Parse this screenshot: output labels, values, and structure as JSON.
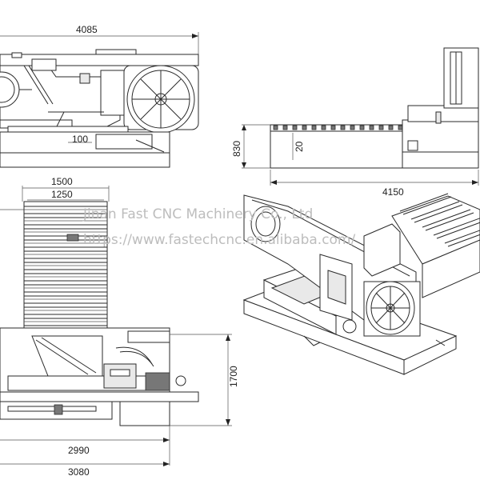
{
  "drawing": {
    "dimensions": {
      "top_width": "4085",
      "top_offset": "100",
      "side_height": "830",
      "side_small": "20",
      "side_length": "4150",
      "plan_outer_width": "1500",
      "plan_inner_width": "1250",
      "plan_height": "1700",
      "plan_base_width": "2990",
      "plan_overall_width": "3080"
    },
    "watermark": {
      "company": "Jinan Fast CNC Machinery Co., Ltd",
      "url": "https://www.fastechcnc.en.alibaba.com/"
    },
    "colors": {
      "line": "#2a2a2a",
      "watermark": "#bdbdbd"
    }
  }
}
